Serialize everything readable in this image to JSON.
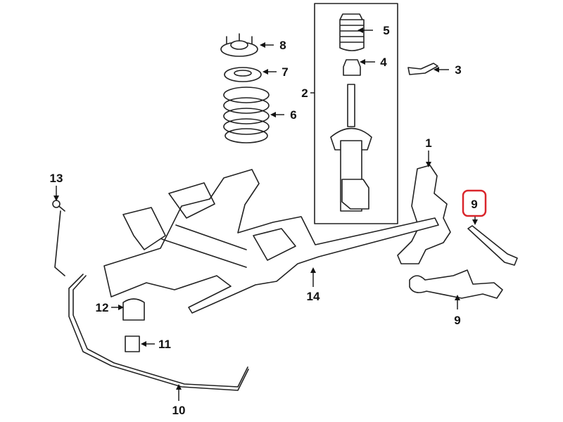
{
  "diagram": {
    "callouts": [
      {
        "id": "callout-1",
        "label": "1"
      },
      {
        "id": "callout-2",
        "label": "2"
      },
      {
        "id": "callout-3",
        "label": "3"
      },
      {
        "id": "callout-4",
        "label": "4"
      },
      {
        "id": "callout-5",
        "label": "5"
      },
      {
        "id": "callout-6",
        "label": "6"
      },
      {
        "id": "callout-7",
        "label": "7"
      },
      {
        "id": "callout-8",
        "label": "8"
      },
      {
        "id": "callout-9-highlighted",
        "label": "9"
      },
      {
        "id": "callout-9",
        "label": "9"
      },
      {
        "id": "callout-10",
        "label": "10"
      },
      {
        "id": "callout-11",
        "label": "11"
      },
      {
        "id": "callout-12",
        "label": "12"
      },
      {
        "id": "callout-13",
        "label": "13"
      },
      {
        "id": "callout-14",
        "label": "14"
      }
    ],
    "highlight_color": "#d9252b"
  }
}
